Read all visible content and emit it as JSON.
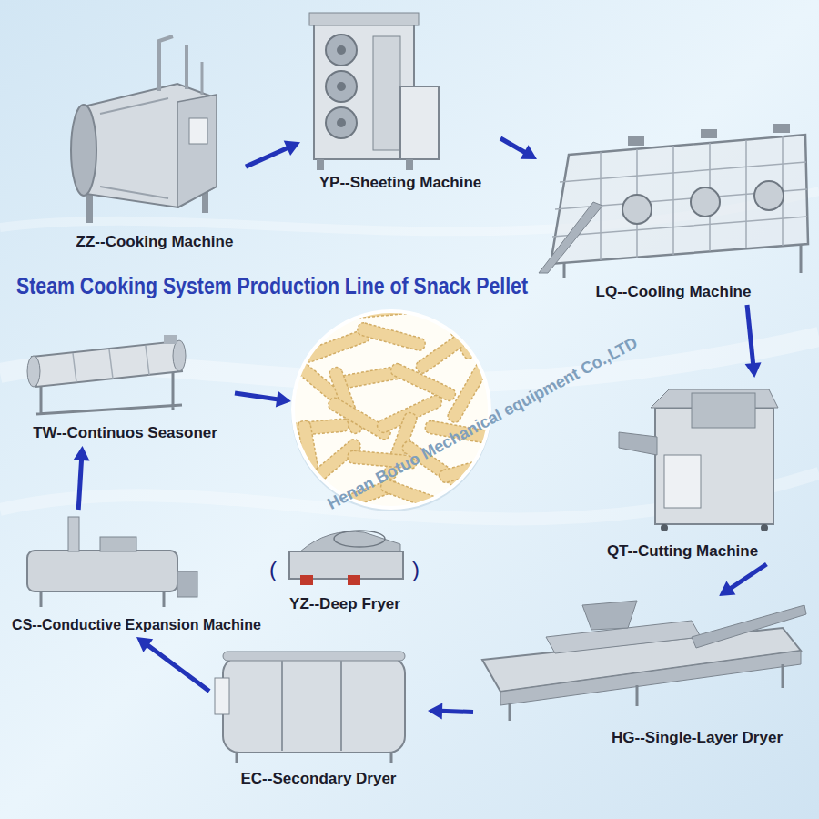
{
  "diagram": {
    "title": "Steam Cooking System Production Line of Snack Pellet",
    "nodes": [
      {
        "text": [
          "ZZ--Cooking Machine"
        ]
      },
      {
        "text": [
          "YP--Sheeting Machine"
        ]
      },
      {
        "text": [
          "LQ--Cooling Machine"
        ]
      },
      {
        "text": [
          "QT--Cutting Machine"
        ]
      },
      {
        "text": [
          "HG--Single-Layer Dryer"
        ]
      },
      {
        "text": [
          "EC--Secondary Dryer"
        ]
      },
      {
        "text": [
          "CS--Conductive Expansion Machine"
        ]
      },
      {
        "text": [
          "YZ--Deep Fryer"
        ]
      },
      {
        "text": [
          "TW--Continuos Seasoner"
        ]
      }
    ],
    "edges": [
      {
        "from": 0,
        "to": 1,
        "arrow": "to"
      },
      {
        "from": 1,
        "to": 2,
        "arrow": "to"
      },
      {
        "from": 2,
        "to": 3,
        "arrow": "to"
      },
      {
        "from": 3,
        "to": 4,
        "arrow": "to"
      },
      {
        "from": 4,
        "to": 5,
        "arrow": "to"
      },
      {
        "from": 5,
        "to": 6,
        "arrow": "to"
      },
      {
        "from": 6,
        "to": 8,
        "arrow": "to"
      }
    ],
    "labels": [
      "(",
      ")",
      "Henan Botuo Mechanical equipment Co.,LTD"
    ]
  }
}
